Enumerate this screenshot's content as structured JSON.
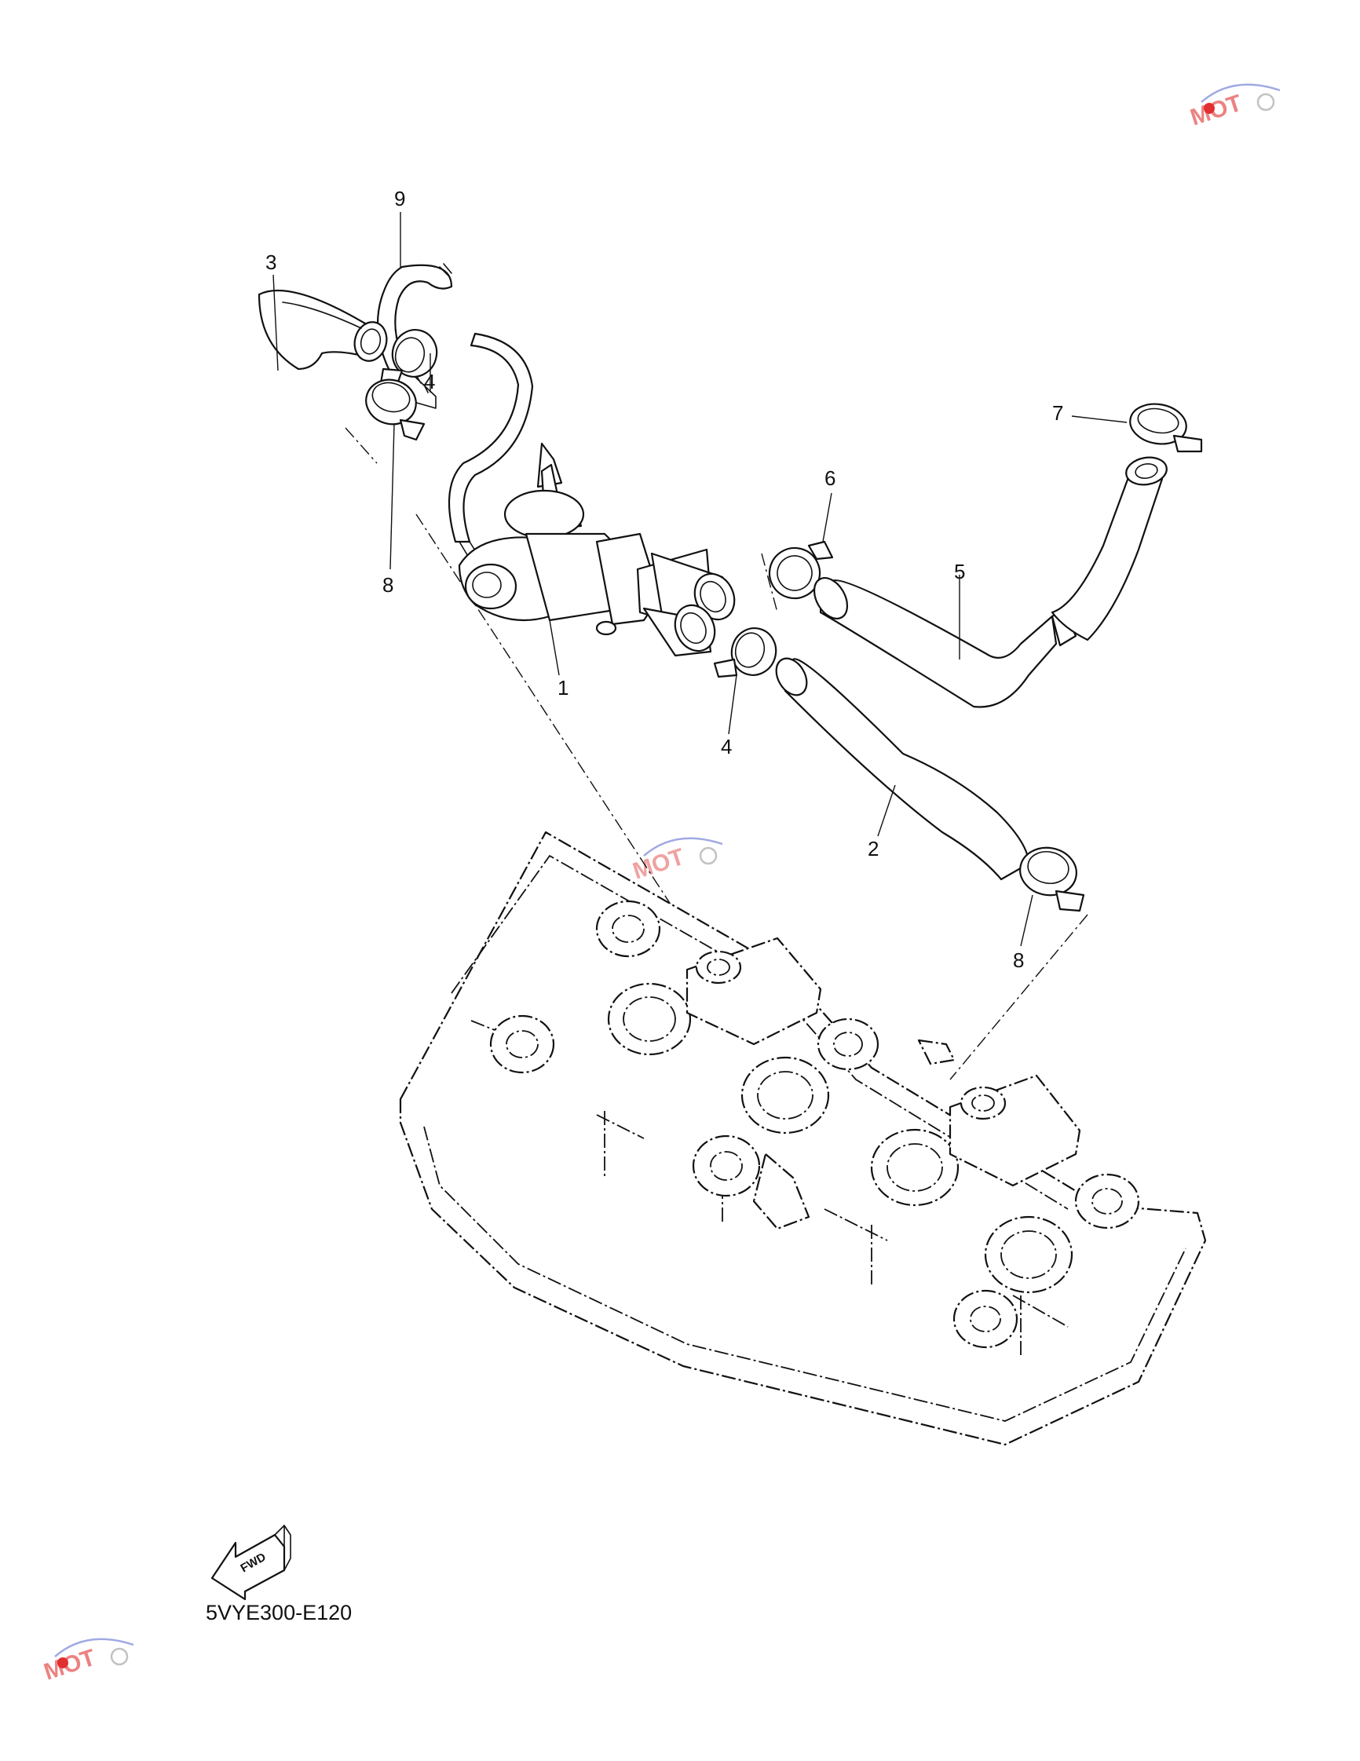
{
  "diagram_code": "5VYE300-E120",
  "fwd_label": "FWD",
  "callouts": [
    "1",
    "2",
    "3",
    "4",
    "4",
    "5",
    "6",
    "7",
    "8",
    "8",
    "9"
  ],
  "colors": {
    "line": "#111111",
    "background": "#ffffff",
    "watermark_red": "#e03030",
    "watermark_blue": "#6070d0"
  },
  "icons": [
    "fwd-arrow-icon",
    "watermark-logo-icon"
  ]
}
